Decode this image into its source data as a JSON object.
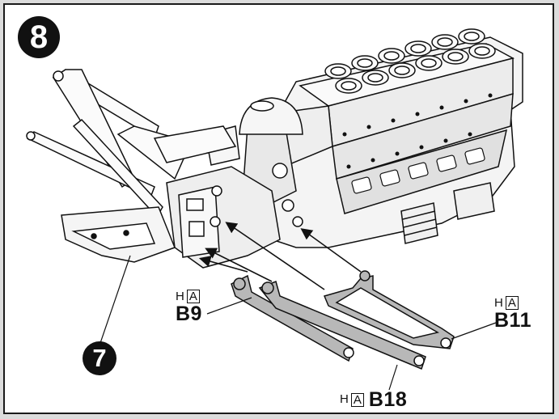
{
  "step": {
    "number": "8"
  },
  "reference_step": {
    "number": "7"
  },
  "callouts": [
    {
      "material": "H",
      "box": "A",
      "part": "B9"
    },
    {
      "material": "H",
      "box": "A",
      "part": "B11"
    },
    {
      "material": "H",
      "box": "A",
      "part": "B18"
    }
  ],
  "colors": {
    "ink": "#111111",
    "paper": "#ffffff",
    "part_fill": "#b5b5b5",
    "engine_fill": "#f2f2f2"
  }
}
